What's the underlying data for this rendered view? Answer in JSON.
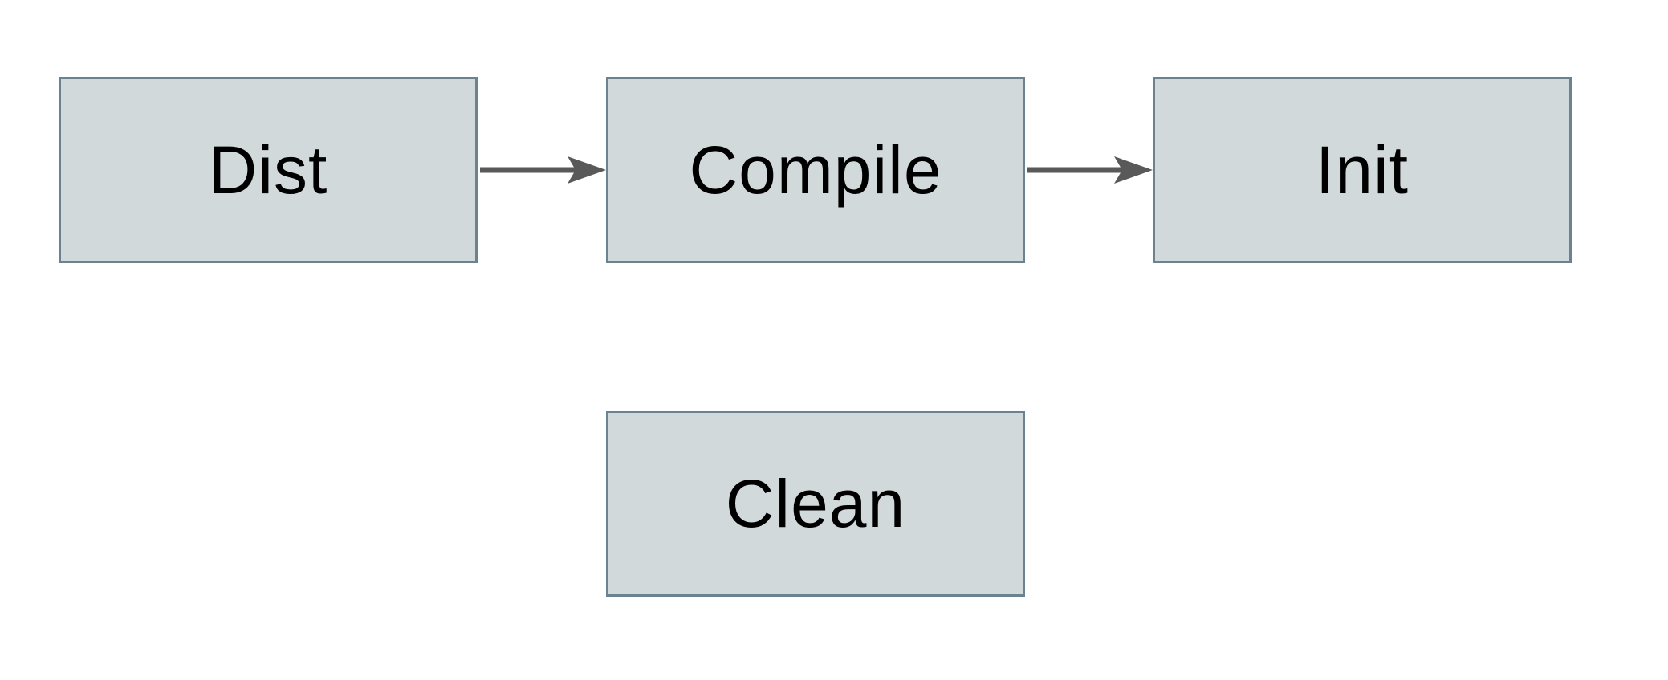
{
  "diagram": {
    "nodes": [
      {
        "id": "dist",
        "label": "Dist"
      },
      {
        "id": "compile",
        "label": "Compile"
      },
      {
        "id": "init",
        "label": "Init"
      },
      {
        "id": "clean",
        "label": "Clean"
      }
    ],
    "edges": [
      {
        "from": "dist",
        "to": "compile",
        "style": "arrow-right"
      },
      {
        "from": "compile",
        "to": "init",
        "style": "arrow-right"
      }
    ]
  },
  "colors": {
    "background": "#ffffff",
    "node_fill": "#d2d9db",
    "node_border": "#6b8290",
    "node_text": "#000000",
    "arrow": "#595959"
  }
}
